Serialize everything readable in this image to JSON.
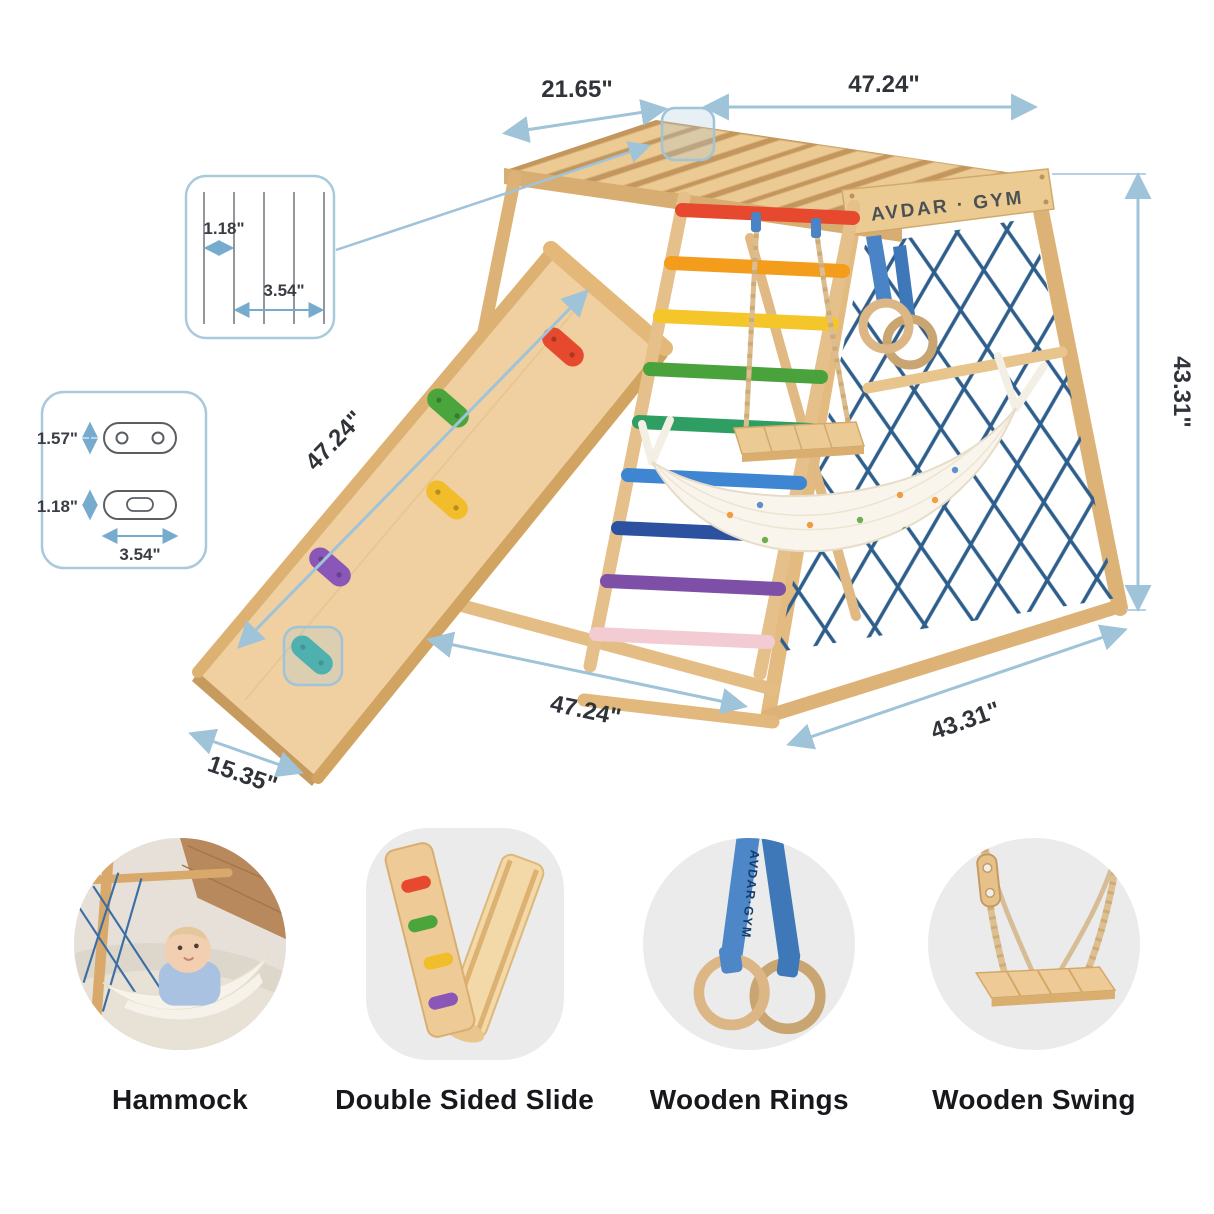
{
  "diagram": {
    "brand_beam": "AVDAR · GYM",
    "dimensions": {
      "top_depth": "21.65\"",
      "top_width": "47.24\"",
      "height": "43.31\"",
      "slide_length": "47.24\"",
      "base_width": "47.24\"",
      "base_depth": "43.31\"",
      "slide_width": "15.35\""
    },
    "slat_callout": {
      "gap": "1.18\"",
      "pitch": "3.54\""
    },
    "hold_callout": {
      "outer_height": "1.57\"",
      "inner_height": "1.18\"",
      "length": "3.54\""
    }
  },
  "features": [
    {
      "label": "Hammock"
    },
    {
      "label": "Double Sided Slide"
    },
    {
      "label": "Wooden Rings",
      "strap_text": "AVDAR·GYM"
    },
    {
      "label": "Wooden Swing"
    }
  ],
  "colors": {
    "arrow": "#9fc3d8",
    "dimension_text": "#30343a",
    "wood": "#eac48c",
    "net_rope": "#2e5e8b",
    "label_text": "#17171c",
    "rung_colors": [
      "#e6492e",
      "#f49c1c",
      "#f5c62a",
      "#4aa23c",
      "#2f9e62",
      "#3f86d2",
      "#2c519f",
      "#7d4fa6",
      "#f2cbd3"
    ]
  }
}
